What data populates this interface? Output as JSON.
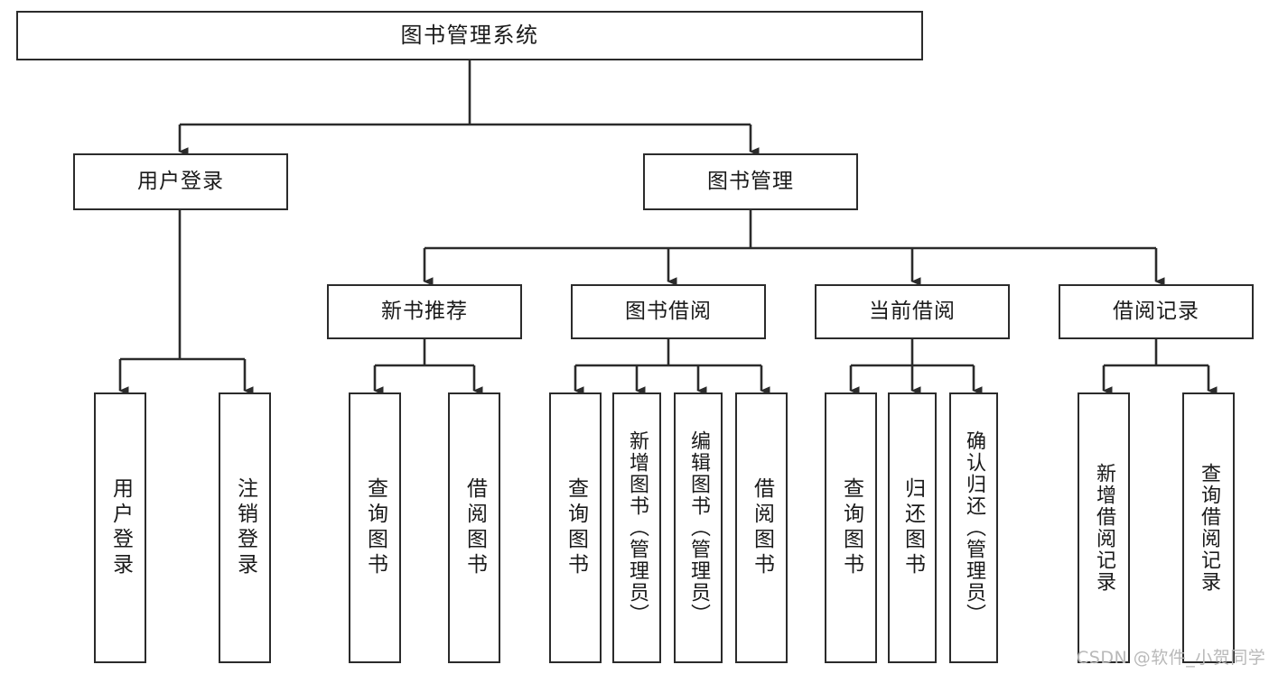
{
  "diagram": {
    "type": "tree-hierarchy-chart",
    "title": "图书管理系统",
    "background_color": "#ffffff",
    "line_color": "#2b2b2b",
    "text_color": "#1a1a1a",
    "watermark": "CSDN @软件_小贺同学",
    "watermark_color": "#b9b9b9"
  },
  "nodes": {
    "root": {
      "label": "图书管理系统",
      "level": 1,
      "orientation": "horizontal"
    },
    "l2": [
      {
        "id": "user-login",
        "label": "用户登录",
        "level": 2,
        "orientation": "horizontal"
      },
      {
        "id": "book-management",
        "label": "图书管理",
        "level": 2,
        "orientation": "horizontal"
      }
    ],
    "l3": [
      {
        "id": "new-book-recommend",
        "label": "新书推荐",
        "level": 3,
        "orientation": "horizontal",
        "parent": "book-management"
      },
      {
        "id": "book-borrow",
        "label": "图书借阅",
        "level": 3,
        "orientation": "horizontal",
        "parent": "book-management"
      },
      {
        "id": "current-borrow",
        "label": "当前借阅",
        "level": 3,
        "orientation": "horizontal",
        "parent": "book-management"
      },
      {
        "id": "borrow-record",
        "label": "借阅记录",
        "level": 3,
        "orientation": "horizontal",
        "parent": "book-management"
      }
    ],
    "leaves": [
      {
        "id": "leaf-user-login",
        "label": "用户登录",
        "parent": "user-login",
        "orientation": "vertical"
      },
      {
        "id": "leaf-user-logout",
        "label": "注销登录",
        "parent": "user-login",
        "orientation": "vertical"
      },
      {
        "id": "leaf-query-book-1",
        "label": "查询图书",
        "parent": "new-book-recommend",
        "orientation": "vertical"
      },
      {
        "id": "leaf-borrow-book-1",
        "label": "借阅图书",
        "parent": "new-book-recommend",
        "orientation": "vertical"
      },
      {
        "id": "leaf-query-book-2",
        "label": "查询图书",
        "parent": "book-borrow",
        "orientation": "vertical"
      },
      {
        "id": "leaf-add-book",
        "label": "新增图书（管理员）",
        "parent": "book-borrow",
        "orientation": "vertical"
      },
      {
        "id": "leaf-edit-book",
        "label": "编辑图书（管理员）",
        "parent": "book-borrow",
        "orientation": "vertical"
      },
      {
        "id": "leaf-borrow-book-2",
        "label": "借阅图书",
        "parent": "book-borrow",
        "orientation": "vertical"
      },
      {
        "id": "leaf-query-book-3",
        "label": "查询图书",
        "parent": "current-borrow",
        "orientation": "vertical"
      },
      {
        "id": "leaf-return-book",
        "label": "归还图书",
        "parent": "current-borrow",
        "orientation": "vertical"
      },
      {
        "id": "leaf-confirm-return",
        "label": "确认归还（管理员）",
        "parent": "current-borrow",
        "orientation": "vertical"
      },
      {
        "id": "leaf-add-record",
        "label": "新增借阅记录",
        "parent": "borrow-record",
        "orientation": "vertical"
      },
      {
        "id": "leaf-query-record",
        "label": "查询借阅记录",
        "parent": "borrow-record",
        "orientation": "vertical"
      }
    ]
  }
}
